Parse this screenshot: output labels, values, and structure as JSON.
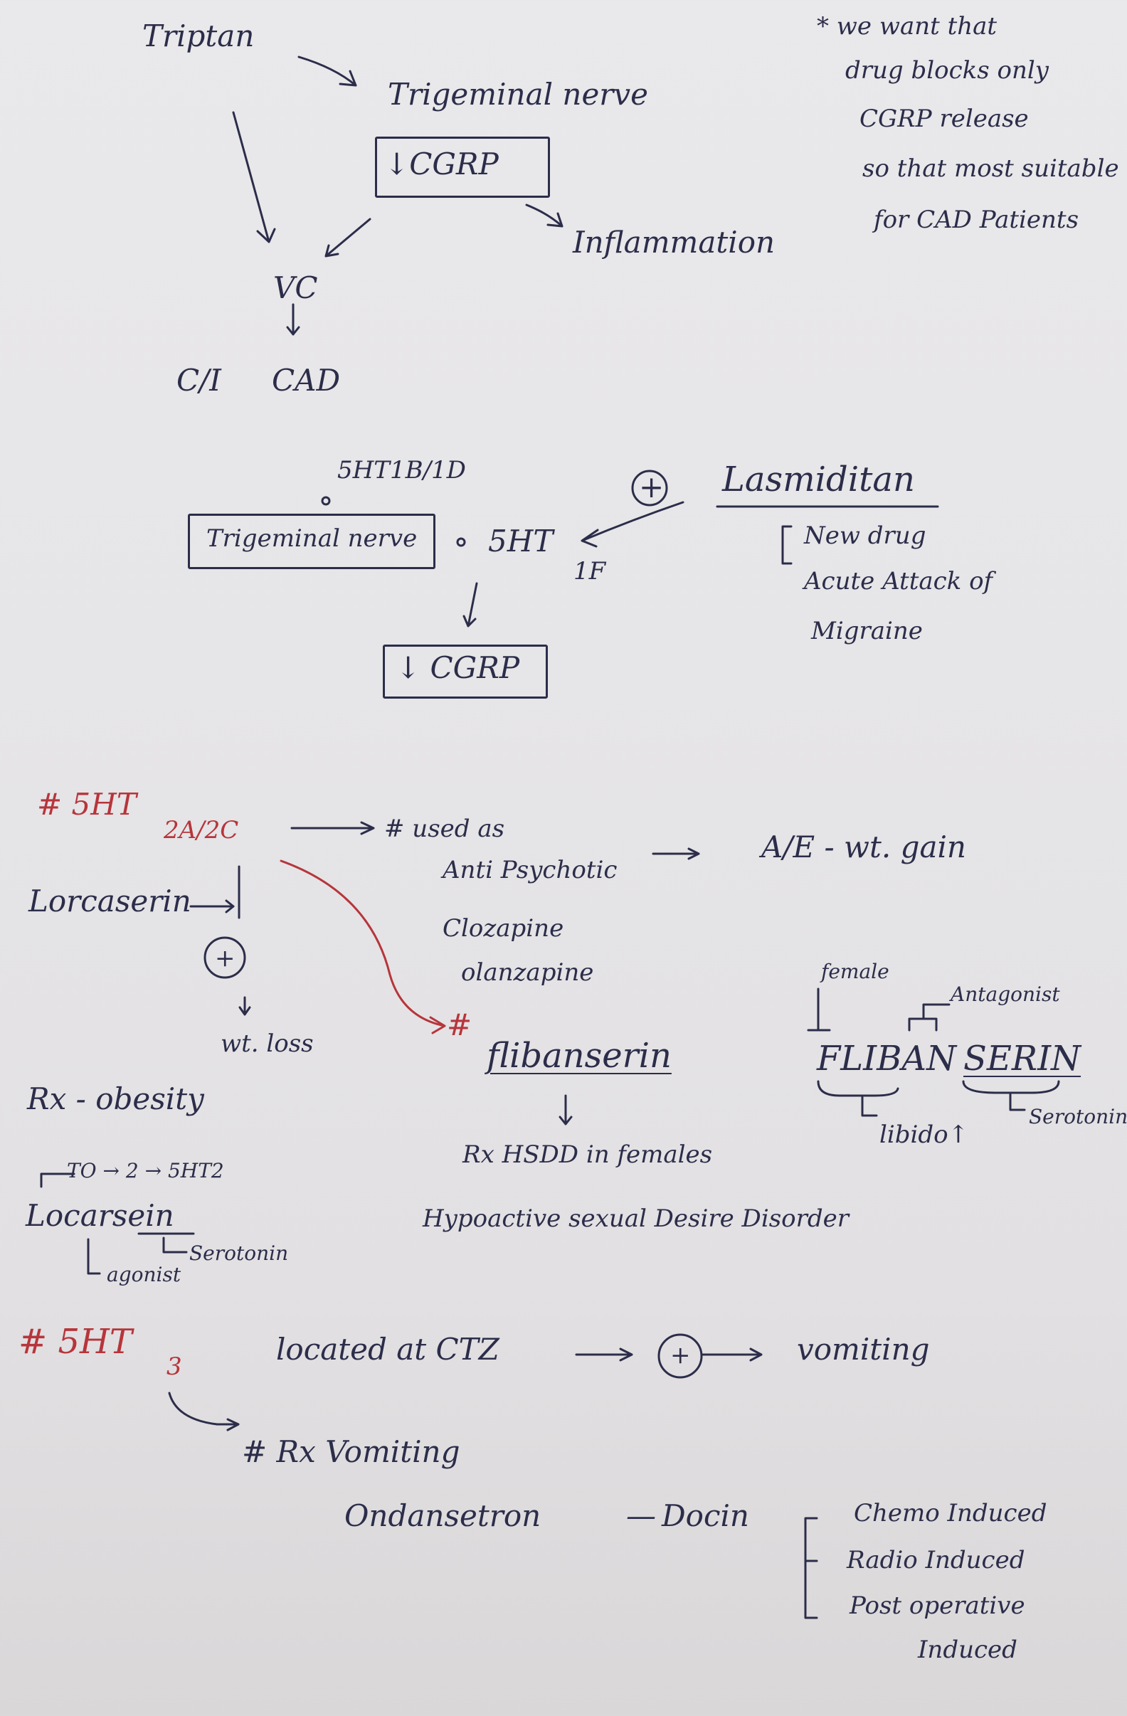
{
  "section1": {
    "triptan": "Triptan",
    "trigeminal_nerve": "Trigeminal nerve",
    "cgrp_box": "↓CGRP",
    "inflammation": "Inflammation",
    "vc": "VC",
    "ci": "C/I",
    "cad": "CAD",
    "note_lines": [
      "* we want that",
      "drug blocks only",
      "CGRP release",
      "so that most suitable",
      "for CAD Patients"
    ]
  },
  "section2": {
    "receptor_label": "5HT1B/1D",
    "trigeminal_box": "Trigeminal nerve",
    "fht": "5HT",
    "fht_sub": "1F",
    "cgrp_box": "↓ CGRP",
    "plus": "+",
    "drug": "Lasmiditan",
    "notes": [
      "New drug",
      "Acute Attack of",
      "Migraine"
    ]
  },
  "section3": {
    "heading_prefix": "# 5HT",
    "heading_sub": "2A/2C",
    "used_as": "# used as",
    "antipsychotic": "Anti Psychotic",
    "clozapine": "Clozapine",
    "olanzapine": "olanzapine",
    "ae": "A/E - wt. gain",
    "lorcaserin": "Lorcaserin",
    "plus": "+",
    "wt_loss": "wt. loss",
    "rx_obesity": "Rx - obesity",
    "hash": "#",
    "flibanserin": "flibanserin",
    "rx_hsdd": "Rx  HSDD in females",
    "hsdd_full": "Hypoactive sexual Desire Disorder",
    "female": "female",
    "antagonist": "Antagonist",
    "fliban_word": "FLIBAN",
    "serin_word": "SERIN",
    "libido": "libido↑",
    "serotonin_right": "Serotonin",
    "locarsein_note": "TO → 2 → 5HT2",
    "locarsein": "Locarsein",
    "agonist": "agonist",
    "serotonin_left": "Serotonin"
  },
  "section4": {
    "heading_prefix": "# 5HT",
    "heading_sub": "3",
    "located": "located at CTZ",
    "plus": "+",
    "vomiting": "vomiting",
    "rx_vomiting": "# Rx Vomiting",
    "ondansetron": "Ondansetron",
    "dash": "—",
    "setron_suffix": "Docin",
    "list": [
      "Chemo Induced",
      "Radio Induced",
      "Post operative",
      "Induced"
    ]
  }
}
